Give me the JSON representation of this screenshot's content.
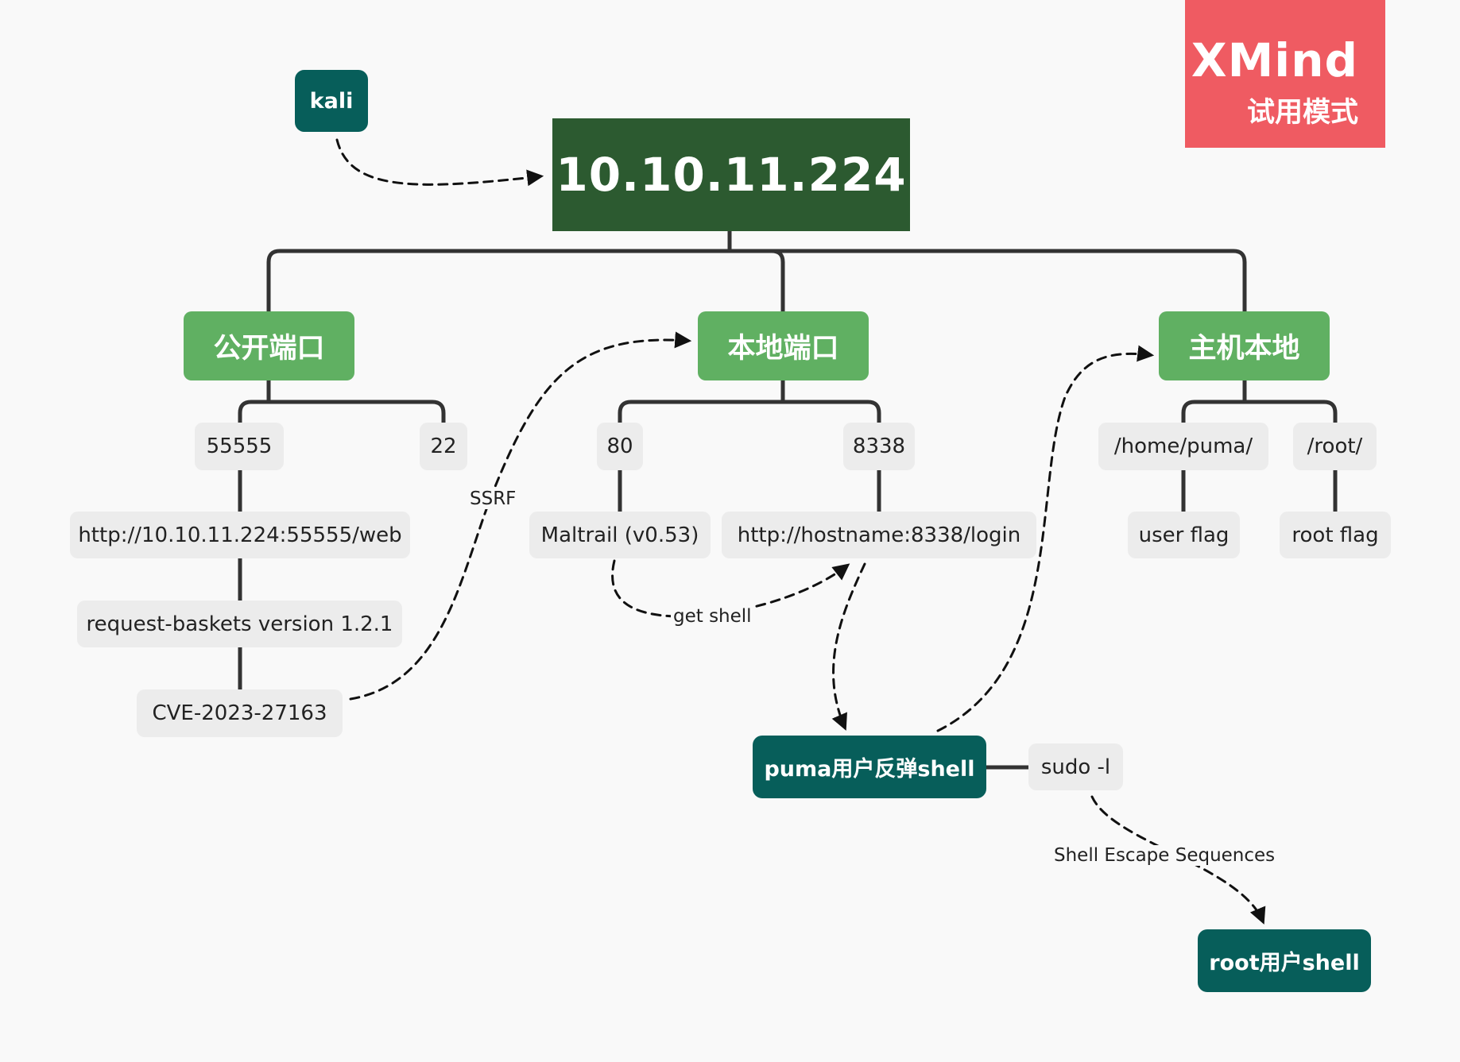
{
  "watermark": {
    "brand": "XMind",
    "mode": "试用模式"
  },
  "root": {
    "label": "10.10.11.224"
  },
  "kali": {
    "label": "kali"
  },
  "branches": {
    "public_ports": {
      "label": "公开端口",
      "port_55555": "55555",
      "port_22": "22",
      "url": "http://10.10.11.224:55555/web",
      "version": "request-baskets version 1.2.1",
      "cve": "CVE-2023-27163"
    },
    "local_ports": {
      "label": "本地端口",
      "port_80": "80",
      "port_8338": "8338",
      "maltrail": "Maltrail (v0.53)",
      "login_url": "http://hostname:8338/login"
    },
    "host_local": {
      "label": "主机本地",
      "home_dir": "/home/puma/",
      "root_dir": "/root/",
      "user_flag": "user flag",
      "root_flag": "root flag"
    }
  },
  "shells": {
    "puma_shell": "puma用户反弹shell",
    "sudo": "sudo -l",
    "root_shell": "root用户shell"
  },
  "relations": {
    "ssrf": "SSRF",
    "get_shell": "get shell",
    "escape": "Shell Escape Sequences"
  }
}
